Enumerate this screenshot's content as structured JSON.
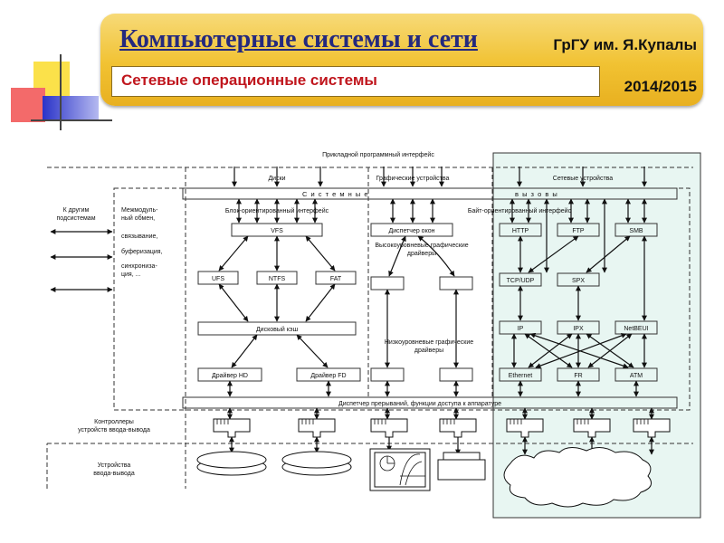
{
  "header": {
    "title": "Компьютерные системы и сети",
    "university": "ГрГУ им. Я.Купалы",
    "subtitle": "Сетевые операционные системы",
    "year": "2014/2015"
  },
  "diagram": {
    "api_label": "Прикладной программный интерфейс",
    "col_disks": "Диски",
    "col_graphics": "Графические  устройства",
    "col_network": "Сетевые  устройства",
    "syscalls_left": "С и с т е м н ы е",
    "syscalls_right": "в ы з о в ы",
    "block_iface": "Блок-ориентированный интерфейс",
    "byte_iface": "Байт-ориентированный интерфейс",
    "to_other_1": "К другим",
    "to_other_2": "подсистемам",
    "intermodule": [
      "Межмодуль-",
      "ный обмен,",
      "связывание,",
      "буферизация,",
      "синхрониза-",
      "ция, ..."
    ],
    "vfs": "VFS",
    "ufs": "UFS",
    "ntfs": "NTFS",
    "fat": "FAT",
    "disk_cache": "Дисковый кэш",
    "driver_hd": "Драйвер HD",
    "driver_fd": "Драйвер FD",
    "window_mgr": "Диспетчер окон",
    "hl_graphics_1": "Высокоуровневые графические",
    "hl_graphics_2": "драйверы",
    "ll_graphics_1": "Низкоуровневые графические",
    "ll_graphics_2": "драйверы",
    "http": "HTTP",
    "ftp": "FTP",
    "smb": "SMB",
    "tcpudp": "TCP/UDP",
    "spx": "SPX",
    "ip": "IP",
    "ipx": "IPX",
    "netbeui": "NetBEUI",
    "ethernet": "Ethernet",
    "fr": "FR",
    "atm": "ATM",
    "interrupt": "Диспетчер прерываний, функции доступа к аппаратуре",
    "controllers_1": "Контроллеры",
    "controllers_2": "устройств ввода-вывода",
    "io_devices_1": "Устройства",
    "io_devices_2": "ввода-вывода"
  },
  "colors": {
    "title": "#24297e",
    "subtitle": "#c0161d",
    "header_gold": "#f1c232",
    "network_highlight": "#e8f6f2"
  }
}
